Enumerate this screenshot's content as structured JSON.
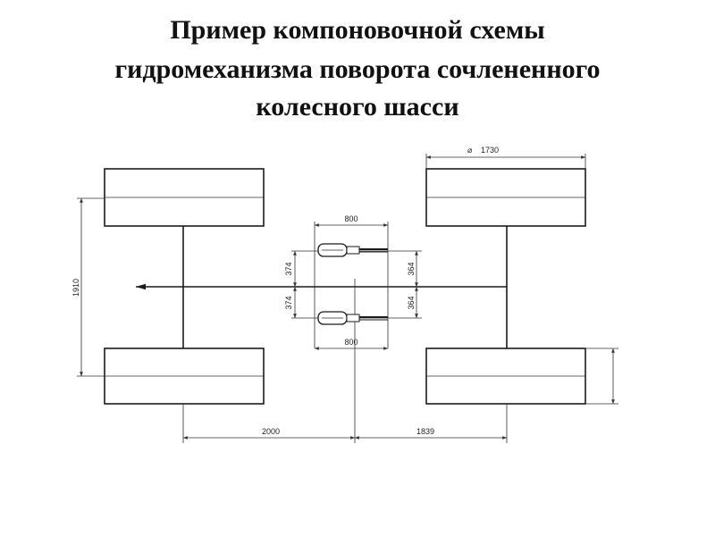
{
  "title": {
    "lines": [
      "Пример компоновочной схемы",
      "гидромеханизма поворота сочлененного",
      "колесного шасси"
    ]
  },
  "dimensions": {
    "wheel_diameter": "1730",
    "diameter_symbol": "⌀",
    "track": "1910",
    "cylinder_block_top": "800",
    "cylinder_block_bottom": "800",
    "left_upper_offset": "374",
    "left_lower_offset": "374",
    "right_upper_offset": "364",
    "right_lower_offset": "364",
    "front_base": "2000",
    "rear_base": "1839"
  },
  "colors": {
    "line": "#1a1a1a",
    "background": "#ffffff"
  }
}
